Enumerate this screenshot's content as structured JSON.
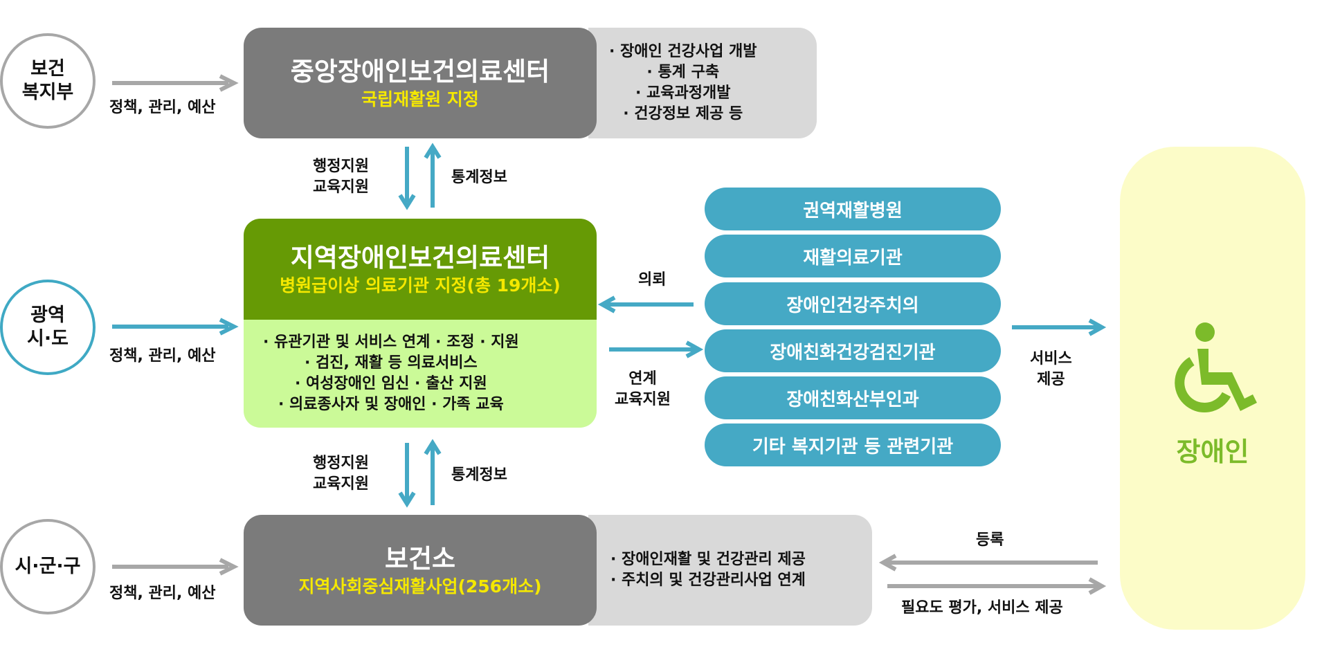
{
  "left_nodes": {
    "ministry": "보건\n복지부",
    "province": "광역\n시·도",
    "city": "시·군·구"
  },
  "edge_labels": {
    "policy_top": "정책, 관리, 예산",
    "policy_mid": "정책, 관리, 예산",
    "policy_bot": "정책, 관리, 예산",
    "admin_top": "행정지원\n교육지원",
    "stats_top": "통계정보",
    "admin_bot": "행정지원\n교육지원",
    "stats_bot": "통계정보",
    "referral": "의뢰",
    "link_edu": "연계\n교육지원",
    "service": "서비스\n제공",
    "register": "등록",
    "assess": "필요도 평가, 서비스 제공"
  },
  "central": {
    "title": "중앙장애인보건의료센터",
    "subtitle": "국립재활원 지정",
    "roles": [
      "· 장애인 건강사업 개발",
      "· 통계 구축",
      "· 교육과정개발",
      "· 건강정보 제공 등"
    ]
  },
  "regional": {
    "title": "지역장애인보건의료센터",
    "subtitle": "병원급이상 의료기관 지정(총 19개소)",
    "roles": [
      "· 유관기관 및 서비스 연계 · 조정 · 지원",
      "· 검진, 재활 등 의료서비스",
      "· 여성장애인 임신 · 출산 지원",
      "· 의료종사자 및 장애인 · 가족 교육"
    ]
  },
  "health_center": {
    "title": "보건소",
    "subtitle": "지역사회중심재활사업(256개소)",
    "roles": [
      "· 장애인재활 및 건강관리 제공",
      "· 주치의 및 건강관리사업 연계"
    ]
  },
  "institutions": [
    "권역재활병원",
    "재활의료기관",
    "장애인건강주치의",
    "장애친화건강검진기관",
    "장애친화산부인과",
    "기타 복지기관 등 관련기관"
  ],
  "target": {
    "label": "장애인",
    "icon": "wheelchair-icon"
  },
  "colors": {
    "dark_box": "#7b7b7b",
    "regional_green": "#669a05",
    "regional_light": "#cbfa98",
    "gray_panel": "#d9d9d9",
    "teal": "#45a9c5",
    "yellow_text": "#f5e800",
    "person_green": "#7cbb2a",
    "panel_yellow": "#fcfcc8"
  }
}
